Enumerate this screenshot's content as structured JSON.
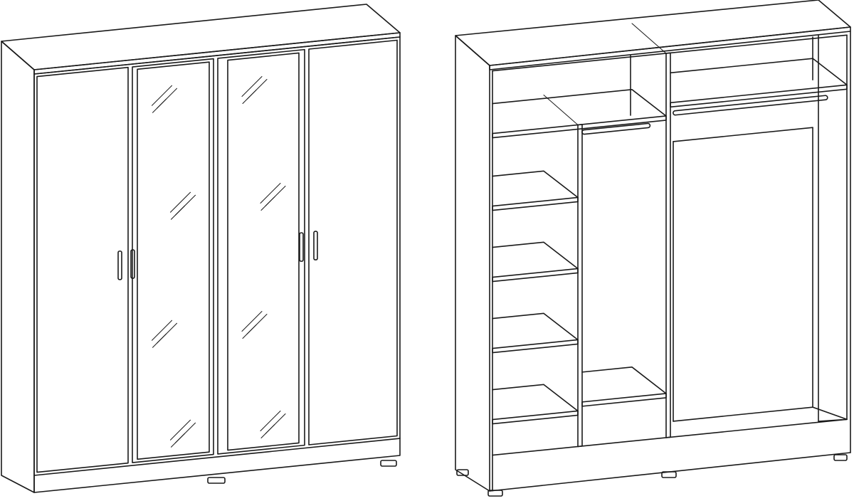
{
  "colors": {
    "line": "#1a1a1a",
    "background": "#ffffff"
  },
  "figures": [
    {
      "id": "closed-wardrobe",
      "doors": 4,
      "mirrored_doors": 2
    },
    {
      "id": "open-wardrobe",
      "sections": 3
    }
  ]
}
